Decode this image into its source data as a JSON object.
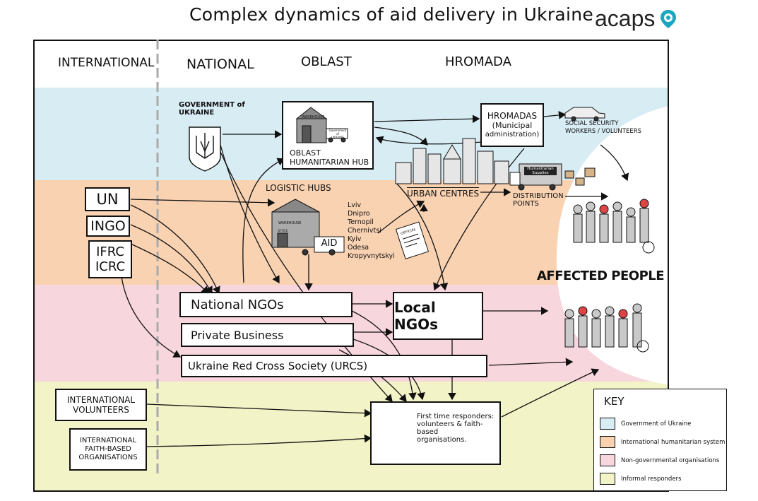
{
  "title": "Complex dynamics of aid delivery in Ukraine",
  "logo": {
    "text": "acaps"
  },
  "columns": {
    "international": "INTERNATIONAL",
    "national": "NATIONAL",
    "oblast": "OBLAST",
    "hromada": "HROMADA"
  },
  "colors": {
    "government": "#d8ecf4",
    "international_system": "#f9d2b2",
    "ngos": "#f8d6de",
    "informal": "#f2f3c6"
  },
  "nodes": {
    "government_label": [
      "GOVERNMENT of",
      "UKRAINE"
    ],
    "oblast_hub": [
      "OBLAST",
      "HUMANITARIAN HUB"
    ],
    "hromadas": [
      "HROMADAS",
      "(Municipal",
      "administration)"
    ],
    "social_security": [
      "SOCIAL SECURITY",
      "WORKERS / VOLUNTEERS"
    ],
    "urban_centres": "URBAN CENTRES",
    "distribution_points": [
      "DISTRIBUTION",
      "POINTS"
    ],
    "logistic_hubs": "LOGISTIC HUBS",
    "logistic_cities": [
      "Lviv",
      "Dnipro",
      "Ternopil",
      "Chernivtsi",
      "Kyiv",
      "Odesa",
      "Kropyvnytskyi"
    ],
    "un": "UN",
    "ingo": "INGO",
    "ifrc_icrc": [
      "IFRC",
      "ICRC"
    ],
    "national_ngos": "National NGOs",
    "private_business": "Private Business",
    "urcs": "Ukraine Red Cross Society (URCS)",
    "local_ngos": "Local NGOs",
    "affected_people": "AFFECTED PEOPLE",
    "intl_volunteers": [
      "INTERNATIONAL",
      "VOLUNTEERS"
    ],
    "intl_faith": [
      "INTERNATIONAL",
      "FAITH-BASED",
      "ORGANISATIONS"
    ],
    "first_responders": [
      "First time responders:",
      "volunteers & faith-based",
      "organisations."
    ],
    "warehouse_small": "WAREHOUSE",
    "warehouse_sign": "WAREHOUSE",
    "office_sign": "OFFICE",
    "truck_aid": "AID",
    "truck_gov": [
      "Government of",
      "UKRAINE"
    ],
    "truck_hum": [
      "Humanitarian",
      "Supplies"
    ],
    "official_doc": "OFFICIAL"
  },
  "key": {
    "title": "KEY",
    "items": [
      {
        "label": "Government of Ukraine",
        "color": "#d8ecf4"
      },
      {
        "label": "International humanitarian system",
        "color": "#f9d2b2"
      },
      {
        "label": "Non-governmental organisations",
        "color": "#f8d6de"
      },
      {
        "label": "Informal responders",
        "color": "#f2f3c6"
      }
    ]
  }
}
